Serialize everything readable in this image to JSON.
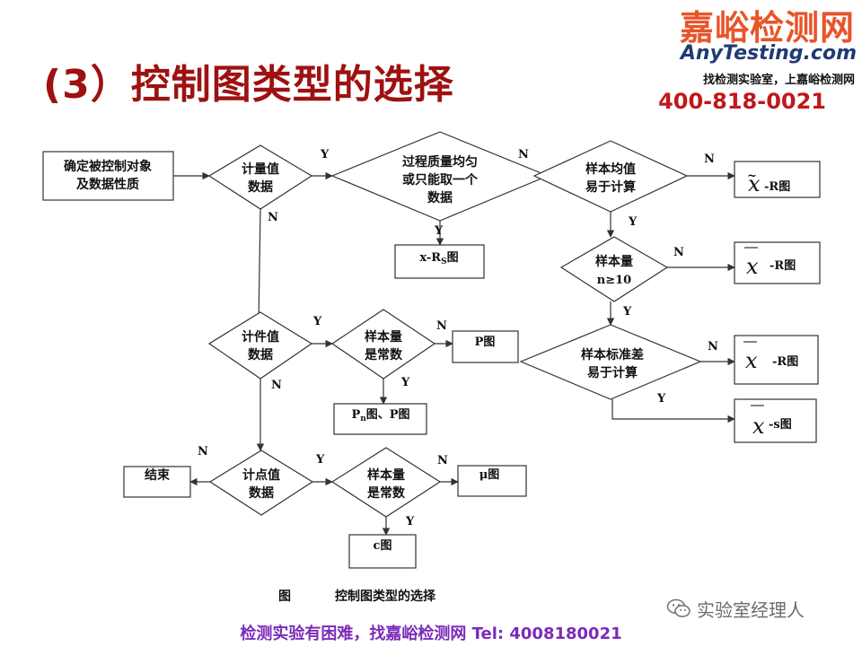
{
  "title": "(3）控制图类型的选择",
  "logo": {
    "brand": "嘉峪检测网",
    "url": "AnyTesting.com",
    "slogan": "找检测实验室，上嘉峪检测网",
    "phone": "400-818-0021"
  },
  "flowchart": {
    "nodes": {
      "start": [
        "确定被控制对象",
        "及数据性质"
      ],
      "d_measure": [
        "计量值",
        "数据"
      ],
      "d_process": [
        "过程质量均匀",
        "或只能取一个",
        "数据"
      ],
      "d_mean": [
        "样本均值",
        "易于计算"
      ],
      "d_n10": [
        "样本量",
        "n≥10"
      ],
      "d_sd": [
        "样本标准差",
        "易于计算"
      ],
      "d_count": [
        "计件值",
        "数据"
      ],
      "d_const1": [
        "样本量",
        "是常数"
      ],
      "d_points": [
        "计点值",
        "数据"
      ],
      "d_const2": [
        "样本量",
        "是常数"
      ],
      "out_xrs": "x-R",
      "out_xrs_sub": "S",
      "out_xrs_suffix": "图",
      "out_median_r": "-R图",
      "out_xbar_r1": "-R图",
      "out_xbar_r2": "-R图",
      "out_xbar_s": "-s图",
      "out_p": "P图",
      "out_pn": "P",
      "out_pn_sub": "n",
      "out_pn_suffix": "图、P图",
      "out_u": "μ图",
      "out_c": "c图",
      "end": "结束"
    },
    "labels": {
      "yes": "Y",
      "no": "N"
    },
    "symbols": {
      "median": "x",
      "median_mark": "~",
      "xbar": "x"
    }
  },
  "caption": {
    "prefix": "图",
    "text": "控制图类型的选择"
  },
  "watermark": "实验室经理人",
  "footer": "检测实验有困难，找嘉峪检测网   Tel: 4008180021",
  "colors": {
    "title": "#9e1111",
    "brand": "#e8552a",
    "url": "#1f3b73",
    "phone": "#c0181b",
    "footer": "#7a2bb8"
  }
}
